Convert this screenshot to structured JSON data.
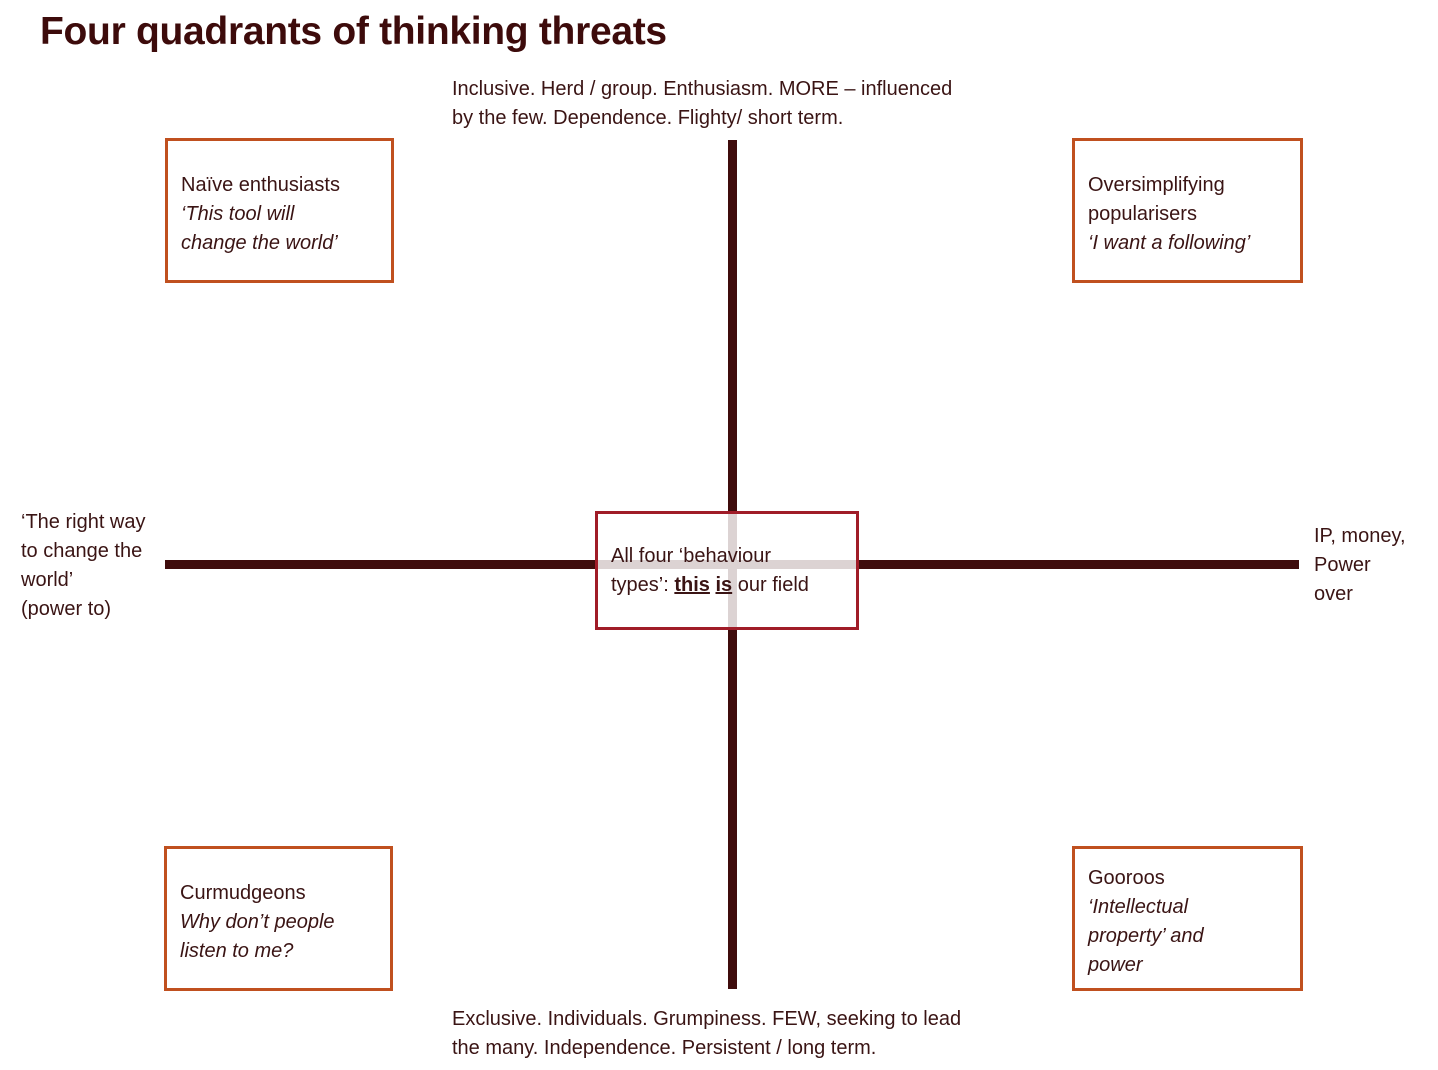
{
  "title": "Four quadrants of thinking threats",
  "axes": {
    "top": [
      "Inclusive. Herd / group. Enthusiasm. MORE – influenced",
      "by the few. Dependence. Flighty/ short term."
    ],
    "bottom": [
      "Exclusive. Individuals. Grumpiness. FEW, seeking to lead",
      "the many. Independence. Persistent / long term."
    ],
    "left": [
      "‘The right way",
      "to change the",
      "world’",
      "(power to)"
    ],
    "right": [
      "IP, money,",
      "Power",
      "over"
    ]
  },
  "quadrants": {
    "top_left": {
      "name": "Naïve enthusiasts",
      "quote": [
        "‘This tool will",
        "change the world’"
      ]
    },
    "top_right": {
      "name": [
        "Oversimplifying",
        "popularisers"
      ],
      "quote": [
        "‘I want a following’"
      ]
    },
    "bottom_left": {
      "name": "Curmudgeons",
      "quote": [
        "Why don’t people",
        "listen to me?"
      ]
    },
    "bottom_right": {
      "name": "Gooroos",
      "quote": [
        "‘Intellectual",
        "property’ and",
        "power"
      ]
    }
  },
  "center": {
    "line1": "All four ‘behaviour",
    "line2_pre": "types’: ",
    "this": "this",
    "is": "is",
    "line2_post": " our field"
  },
  "colors": {
    "axis": "#3f0c0c",
    "quadrant_border": "#c0501f",
    "center_border": "#a01c28",
    "title": "#3d0b0b"
  }
}
